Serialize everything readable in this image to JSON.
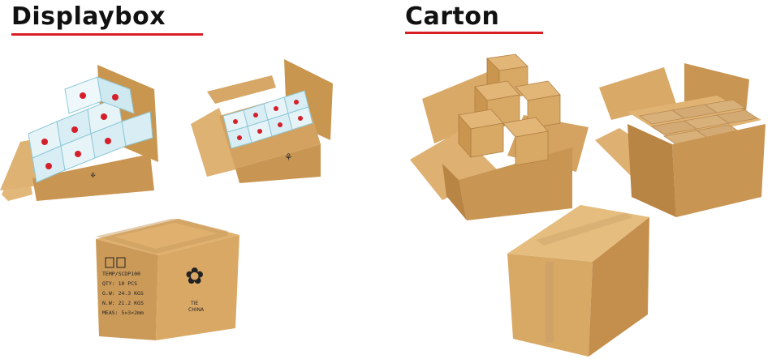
{
  "sections": {
    "displaybox": {
      "title": "Displaybox"
    },
    "carton": {
      "title": "Carton"
    }
  },
  "labels": {
    "box_marking": "TEMP/SCDP100\nQTY: 10 PCS\nG.W: 24.3 KGS\nN.W: 21.2 KGS\nMEAS: 5×3×2mm",
    "brand_text": "TIE\nCHINA"
  },
  "colors": {
    "accent_underline": "#d81f26",
    "cardboard": "#d6a766",
    "cardboard_dark": "#b78447",
    "cardboard_light": "#e6bf85",
    "product_box": "#bfe6ef",
    "product_red": "#d51f2b"
  }
}
